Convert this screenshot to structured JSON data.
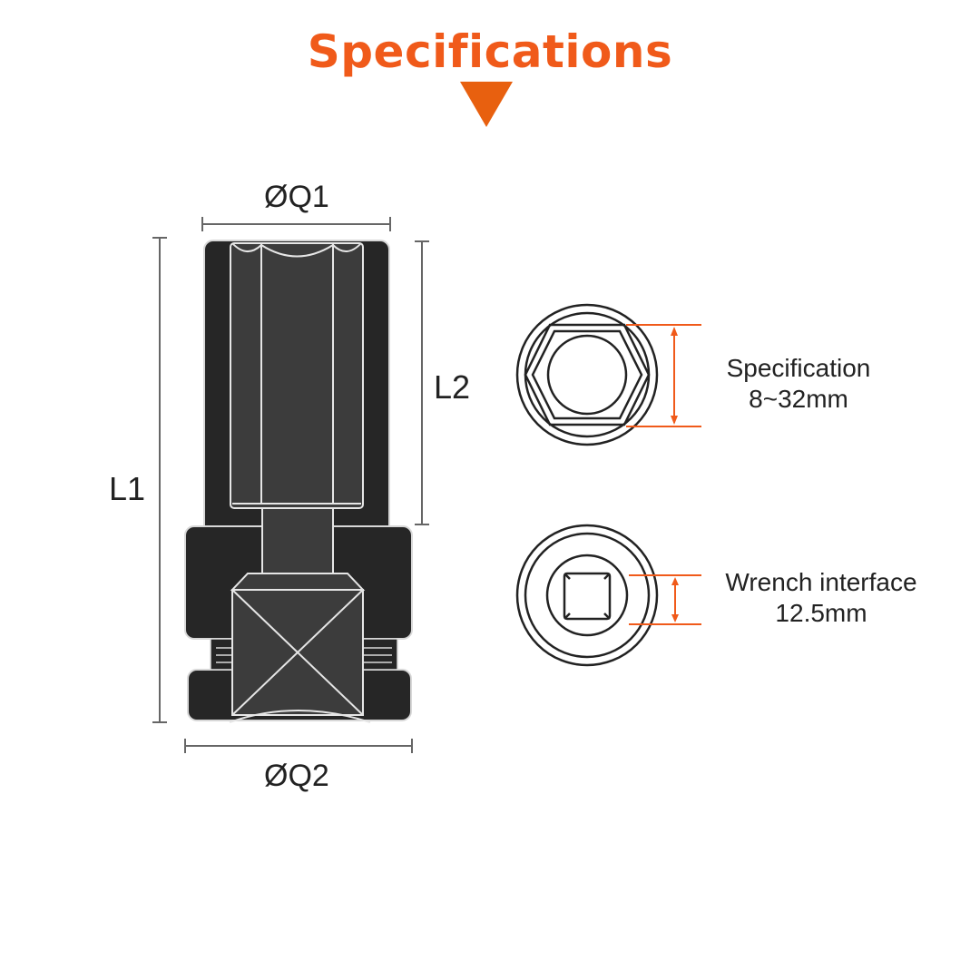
{
  "header": {
    "title": "Specifications",
    "arrow_icon": "triangle-down-icon",
    "accent_color": "#f05a1a"
  },
  "side_view": {
    "top_diameter_label": "ØQ1",
    "bottom_diameter_label": "ØQ2",
    "total_length_label": "L1",
    "socket_depth_label": "L2",
    "body_color": "#262626",
    "inner_color": "#3c3c3c"
  },
  "hex_end_view": {
    "label_line1": "Specification",
    "label_line2": "8~32mm",
    "dimension_color": "#f05a1a"
  },
  "square_end_view": {
    "label_line1": "Wrench interface",
    "label_line2": "12.5mm",
    "dimension_color": "#f05a1a"
  }
}
